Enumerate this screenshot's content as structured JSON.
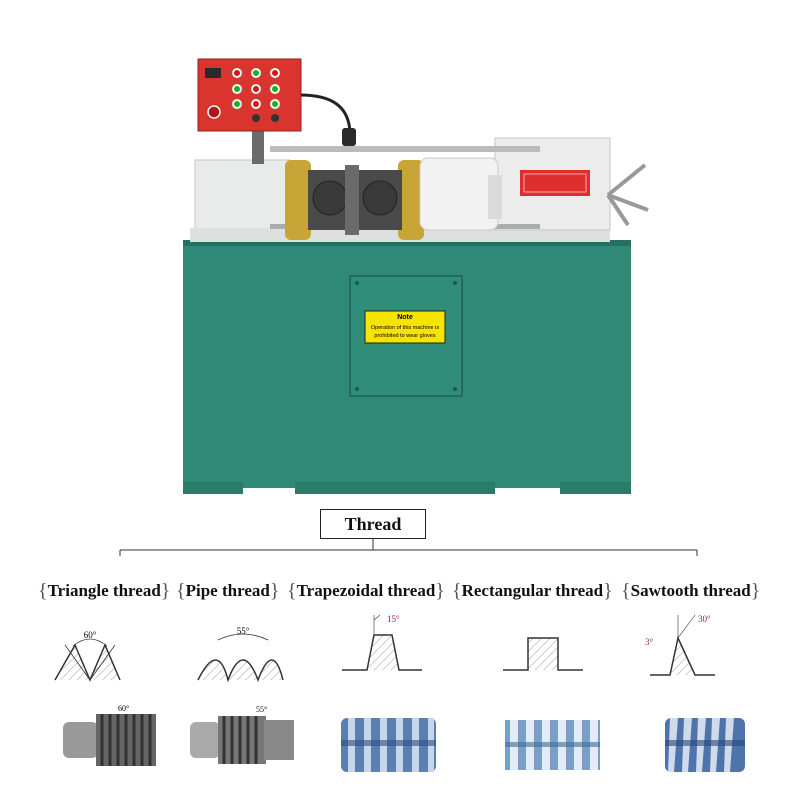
{
  "machine": {
    "notice_title": "Note",
    "notice_line1": "Operation of this machine is",
    "notice_line2": "prohibited to wear gloves"
  },
  "diagram": {
    "root_label": "Thread",
    "categories": [
      {
        "label": "Triangle thread",
        "angle": "60°"
      },
      {
        "label": "Pipe thread",
        "angle": "55°"
      },
      {
        "label": "Trapezoidal thread",
        "angle": "15°"
      },
      {
        "label": "Rectangular thread"
      },
      {
        "label": "Sawtooth thread",
        "angle": "30°",
        "angle2": "3°"
      }
    ]
  },
  "colors": {
    "machine_body": "#2e8a76",
    "top_unit": "#e9eaea",
    "control_box": "#d9342e",
    "chuck": "#c9a437",
    "notice_bg": "#f4e400"
  }
}
